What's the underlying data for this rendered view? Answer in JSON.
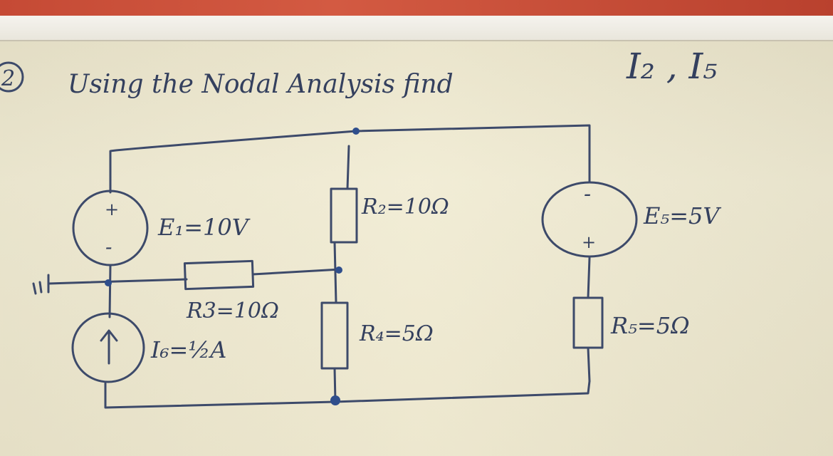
{
  "problem": {
    "number": "2",
    "prompt": "Using the Nodal Analysis find",
    "targets": "I₂ , I₅"
  },
  "components": {
    "E1": {
      "label": "E₁=10V",
      "polarity_top": "+",
      "polarity_bottom": "-"
    },
    "R2": {
      "label": "R₂=10Ω"
    },
    "R3": {
      "label": "R3=10Ω"
    },
    "R4": {
      "label": "R₄=5Ω"
    },
    "E5": {
      "label": "E₅=5V",
      "polarity_top": "-",
      "polarity_bottom": "+"
    },
    "R5": {
      "label": "R₅=5Ω"
    },
    "I6": {
      "label": "I₆=½A"
    }
  },
  "colors": {
    "ink": "#3d4a6a",
    "node": "#2f4e8c",
    "board": "#efe9d0"
  }
}
